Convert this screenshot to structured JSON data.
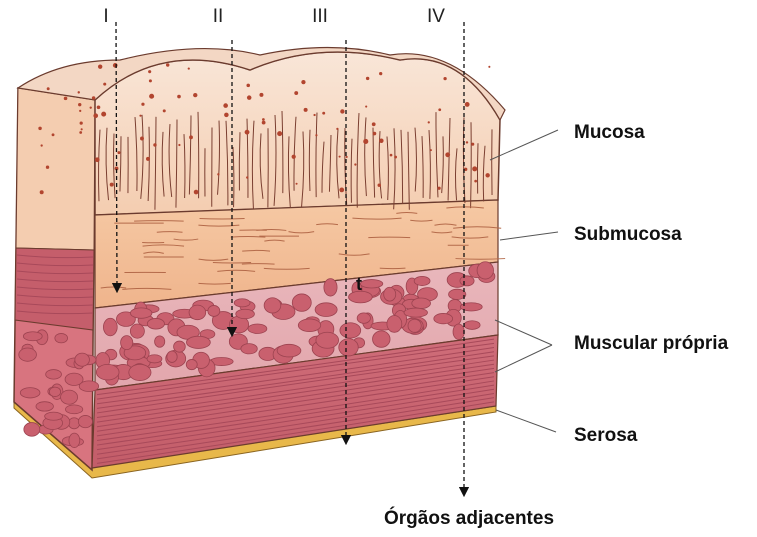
{
  "stages": [
    {
      "label": "I"
    },
    {
      "label": "II"
    },
    {
      "label": "III"
    },
    {
      "label": "IV"
    }
  ],
  "layers": {
    "mucosa": "Mucosa",
    "submucosa": "Submucosa",
    "muscular": "Muscular própria",
    "serosa": "Serosa"
  },
  "bottom_label": "Órgãos adjacentes",
  "colors": {
    "mucosa": "#f6dcc8",
    "submucosa": "#f2bf9a",
    "muscle": "#c9606e",
    "muscle_dark": "#b04f5c",
    "serosa": "#e8b84a",
    "outline": "#6b3b2e"
  }
}
